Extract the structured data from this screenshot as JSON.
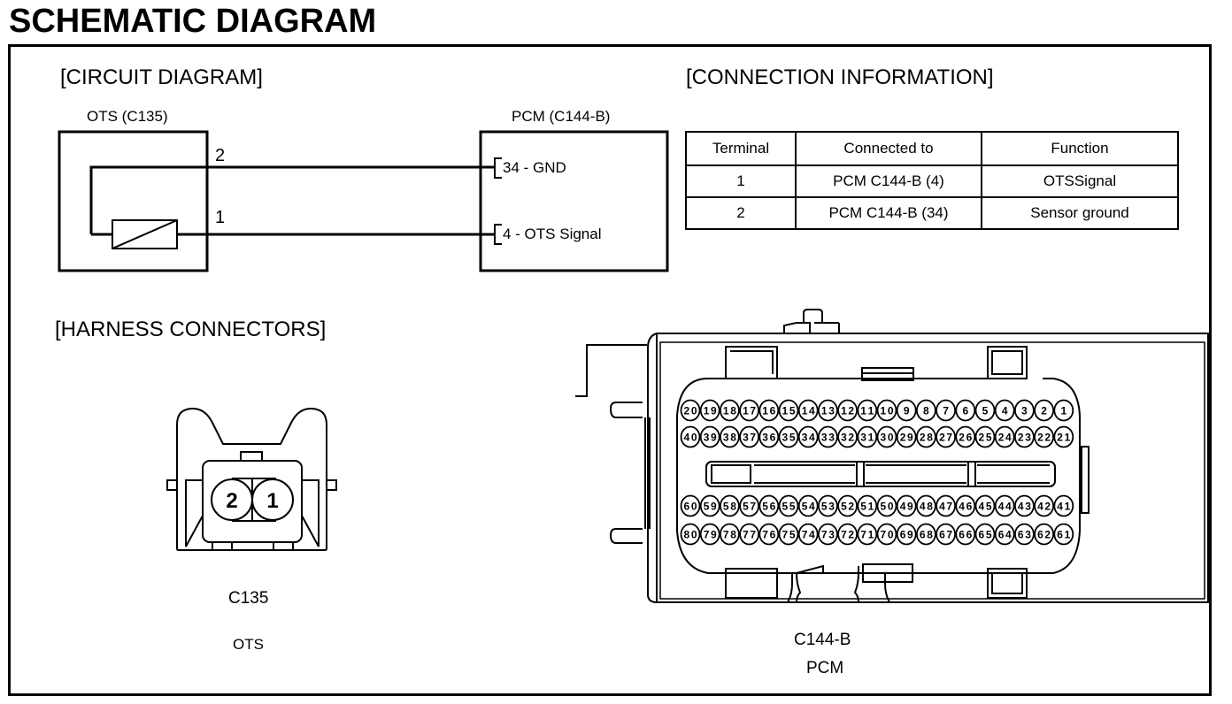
{
  "page_title": "SCHEMATIC DIAGRAM",
  "circuit": {
    "section_title": "[CIRCUIT DIAGRAM]",
    "sensor": {
      "label": "OTS (C135)",
      "pin_top": "2",
      "pin_bottom": "1"
    },
    "pcm": {
      "label": "PCM (C144-B)",
      "terminal_gnd": "34 - GND",
      "terminal_signal": "4 - OTS Signal"
    }
  },
  "connection_info": {
    "section_title": "[CONNECTION INFORMATION]",
    "headers": [
      "Terminal",
      "Connected to",
      "Function"
    ],
    "rows": [
      [
        "1",
        "PCM C144-B (4)",
        "OTSSignal"
      ],
      [
        "2",
        "PCM C144-B (34)",
        "Sensor ground"
      ]
    ]
  },
  "harness": {
    "section_title": "[HARNESS CONNECTORS]",
    "ots_connector": {
      "pins": [
        "2",
        "1"
      ],
      "code": "C135",
      "name": "OTS"
    },
    "pcm_connector": {
      "code": "C144-B",
      "name": "PCM",
      "pin_rows": [
        [
          "20",
          "19",
          "18",
          "17",
          "16",
          "15",
          "14",
          "13",
          "12",
          "11",
          "10",
          "9",
          "8",
          "7",
          "6",
          "5",
          "4",
          "3",
          "2",
          "1"
        ],
        [
          "40",
          "39",
          "38",
          "37",
          "36",
          "35",
          "34",
          "33",
          "32",
          "31",
          "30",
          "29",
          "28",
          "27",
          "26",
          "25",
          "24",
          "23",
          "22",
          "21"
        ],
        [
          "60",
          "59",
          "58",
          "57",
          "56",
          "55",
          "54",
          "53",
          "52",
          "51",
          "50",
          "49",
          "48",
          "47",
          "46",
          "45",
          "44",
          "43",
          "42",
          "41"
        ],
        [
          "80",
          "79",
          "78",
          "77",
          "76",
          "75",
          "74",
          "73",
          "72",
          "71",
          "70",
          "69",
          "68",
          "67",
          "66",
          "65",
          "64",
          "63",
          "62",
          "61"
        ]
      ]
    }
  }
}
